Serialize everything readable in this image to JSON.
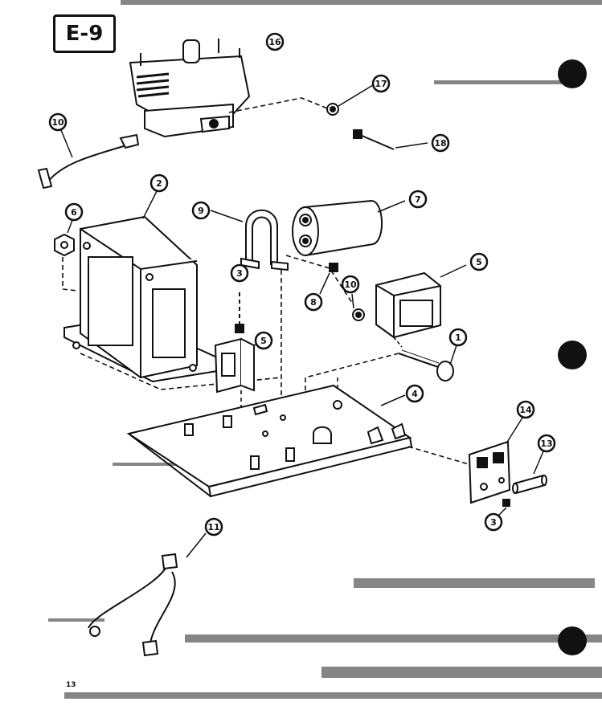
{
  "page": {
    "label": "E-9",
    "number": "13"
  },
  "callouts": [
    {
      "id": "callout-16-magnetron",
      "label": "16"
    },
    {
      "id": "callout-17",
      "label": "17"
    },
    {
      "id": "callout-18",
      "label": "18"
    },
    {
      "id": "callout-10-wire",
      "label": "10"
    },
    {
      "id": "callout-2",
      "label": "2"
    },
    {
      "id": "callout-6",
      "label": "6"
    },
    {
      "id": "callout-9",
      "label": "9"
    },
    {
      "id": "callout-7",
      "label": "7"
    },
    {
      "id": "callout-3-upper",
      "label": "3"
    },
    {
      "id": "callout-8",
      "label": "8"
    },
    {
      "id": "callout-10-nut",
      "label": "10"
    },
    {
      "id": "callout-5-small",
      "label": "5"
    },
    {
      "id": "callout-5-large",
      "label": "5"
    },
    {
      "id": "callout-1",
      "label": "1"
    },
    {
      "id": "callout-4",
      "label": "4"
    },
    {
      "id": "callout-14",
      "label": "14"
    },
    {
      "id": "callout-13",
      "label": "13"
    },
    {
      "id": "callout-3-lower",
      "label": "3"
    },
    {
      "id": "callout-11",
      "label": "11"
    }
  ]
}
